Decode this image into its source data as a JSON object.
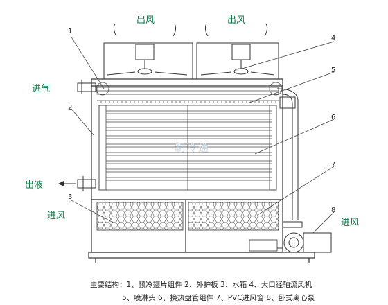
{
  "flows": {
    "outlet_air_left": "出风",
    "outlet_air_right": "出风",
    "gas_in": "进气",
    "liquid_out": "出液",
    "air_in_left": "进风",
    "air_in_right": "进风"
  },
  "callouts": [
    "1",
    "2",
    "3",
    "4",
    "5",
    "6",
    "7",
    "8"
  ],
  "legend": {
    "line1": "主要结构：1、预冷翅片组件 2、外护板 3、水箱 4、大口径轴流风机",
    "line2": "5、喷淋头 6、换热盘管组件 7、PVC进风窗 8、卧式离心泵"
  },
  "watermark": "制冷通"
}
